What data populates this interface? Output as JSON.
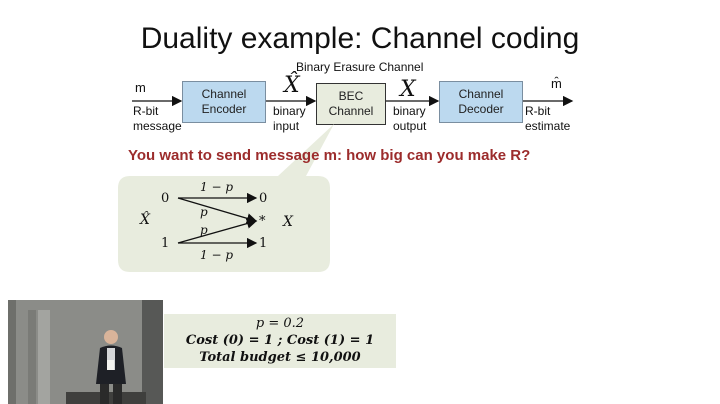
{
  "slide": {
    "title": "Duality example: Channel coding",
    "bec_caption": "Binary Erasure Channel",
    "question": "You want to send message m: how big can you make R?"
  },
  "chain": {
    "m_label": "m",
    "rbit_message": [
      "R-bit",
      "message"
    ],
    "encoder": [
      "Channel",
      "Encoder"
    ],
    "xhat_symbol": "X̂",
    "binary_input": [
      "binary",
      "input"
    ],
    "bec": [
      "BEC",
      "Channel"
    ],
    "x_symbol": "X",
    "binary_output": [
      "binary",
      "output"
    ],
    "decoder": [
      "Channel",
      "Decoder"
    ],
    "mhat_label": "m̂",
    "rbit_estimate": [
      "R-bit",
      "estimate"
    ]
  },
  "transition": {
    "in_var": "X̂",
    "out_var": "X",
    "in_0": "0",
    "in_1": "1",
    "out_0": "0",
    "out_e": "*",
    "out_1": "1",
    "label_top": "1 − p",
    "label_p_upper": "p",
    "label_p_lower": "p",
    "label_bottom": "1 − p"
  },
  "budget": {
    "line1": "p = 0.2",
    "line2": "Cost (0) = 1 ; Cost (1) = 1",
    "line3": "Total budget ≤ 10,000"
  },
  "colors": {
    "box_blue": "#bcd9ef",
    "callout": "#e8ecde",
    "question_red": "#9c2c2c"
  }
}
